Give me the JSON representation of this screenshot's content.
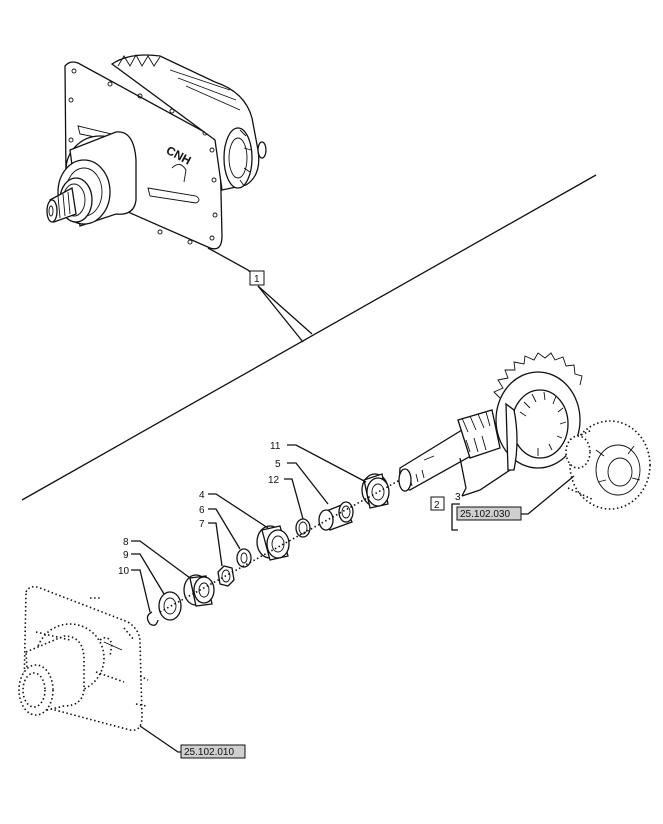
{
  "callouts": {
    "c1": "1",
    "c2": "2",
    "c3": "3",
    "c4": "4",
    "c5": "5",
    "c6": "6",
    "c7": "7",
    "c8": "8",
    "c9": "9",
    "c10": "10",
    "c11": "11",
    "c12": "12"
  },
  "refs": {
    "pinion_group": "25.102.030",
    "housing": "25.102.010"
  },
  "assembly_logo": "CNH"
}
